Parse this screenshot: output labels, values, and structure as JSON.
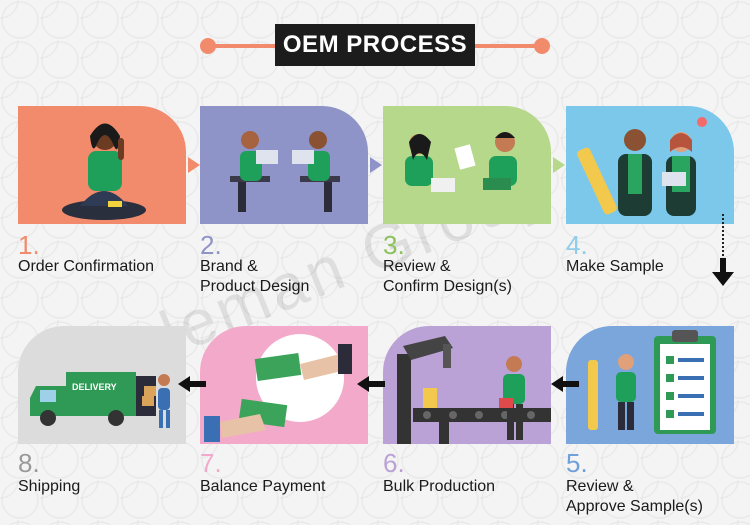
{
  "title": "OEM PROCESS",
  "watermark": "Toleman Group",
  "steps": [
    {
      "number": "1.",
      "label1": "Order Confirmation",
      "label2": "",
      "color": "#f28b6c",
      "numColor": "#f28b6c"
    },
    {
      "number": "2.",
      "label1": "Brand &",
      "label2": "Product Design",
      "color": "#8f94c8",
      "numColor": "#8f94c8"
    },
    {
      "number": "3.",
      "label1": "Review &",
      "label2": "Confirm Design(s)",
      "color": "#b5d88a",
      "numColor": "#8cc25c"
    },
    {
      "number": "4.",
      "label1": "Make Sample",
      "label2": "",
      "color": "#7cc8ea",
      "numColor": "#8fcdea"
    },
    {
      "number": "5.",
      "label1": "Review &",
      "label2": "Approve Sample(s)",
      "color": "#7aa6dc",
      "numColor": "#6fa0dc"
    },
    {
      "number": "6.",
      "label1": "Bulk Production",
      "label2": "",
      "color": "#bba2d6",
      "numColor": "#bba2d6"
    },
    {
      "number": "7.",
      "label1": "Balance Payment",
      "label2": "",
      "color": "#f3a9c9",
      "numColor": "#f3a9c9"
    },
    {
      "number": "8.",
      "label1": "Shipping",
      "label2": "",
      "color": "#dcdcdc",
      "numColor": "#9a9a9a"
    }
  ],
  "truck_text": "DELIVERY",
  "icons": [
    "person-phone-icon",
    "designers-icon",
    "review-icon",
    "sample-icon",
    "checklist-icon",
    "factory-icon",
    "payment-icon",
    "truck-icon"
  ]
}
